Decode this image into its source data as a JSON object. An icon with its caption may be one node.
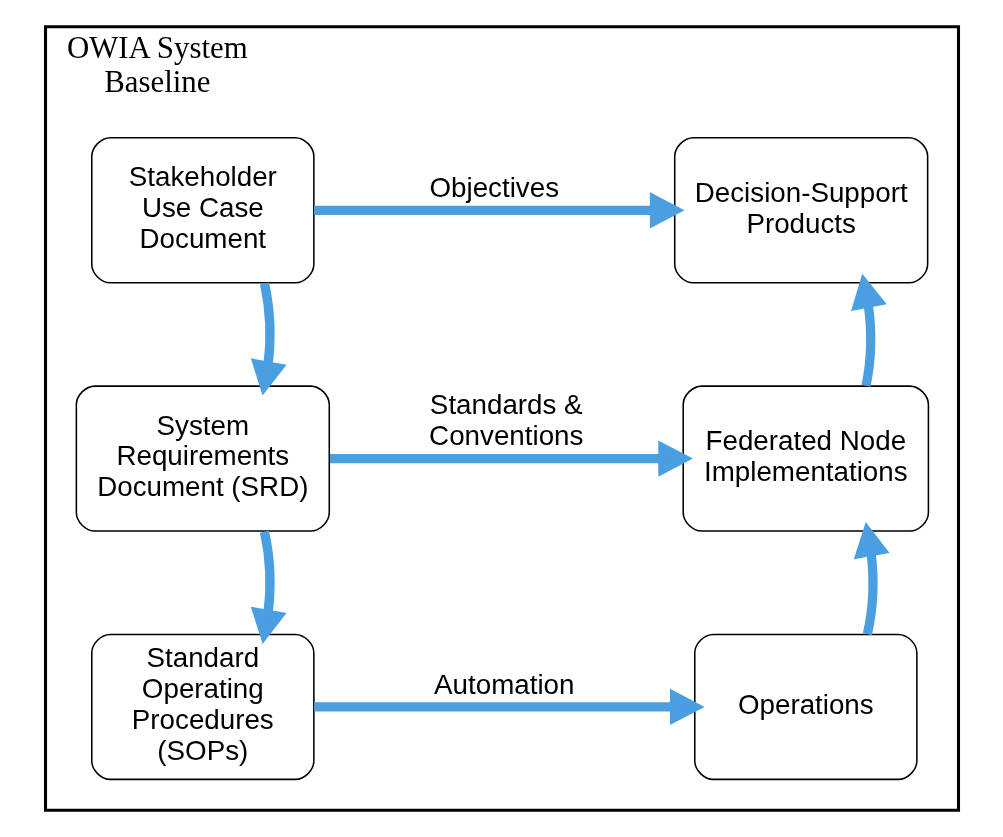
{
  "diagram": {
    "nodes": [
      {
        "text": [
          "OWIA System Baseline"
        ]
      },
      {
        "text": [
          "Stakeholder Use Case Document"
        ],
        "in": 0
      },
      {
        "text": [
          "Decision-Support Products"
        ],
        "in": 0
      },
      {
        "text": [
          "System Requirements Document (SRD)"
        ],
        "in": 0
      },
      {
        "text": [
          "Federated Node Implementations"
        ],
        "in": 0
      },
      {
        "text": [
          "Standard Operating Procedures (SOPs)"
        ],
        "in": 0
      },
      {
        "text": [
          "Operations"
        ],
        "in": 0
      }
    ],
    "edges": [
      {
        "from": 1,
        "to": 2,
        "arrow": "to",
        "label": "Objectives"
      },
      {
        "from": 1,
        "to": 3,
        "arrow": "to"
      },
      {
        "from": 3,
        "to": 4,
        "arrow": "to",
        "label": "Standards & Conventions"
      },
      {
        "from": 3,
        "to": 5,
        "arrow": "to"
      },
      {
        "from": 5,
        "to": 6,
        "arrow": "to",
        "label": "Automation"
      },
      {
        "from": 6,
        "to": 4,
        "arrow": "to"
      },
      {
        "from": 4,
        "to": 2,
        "arrow": "to"
      }
    ]
  }
}
